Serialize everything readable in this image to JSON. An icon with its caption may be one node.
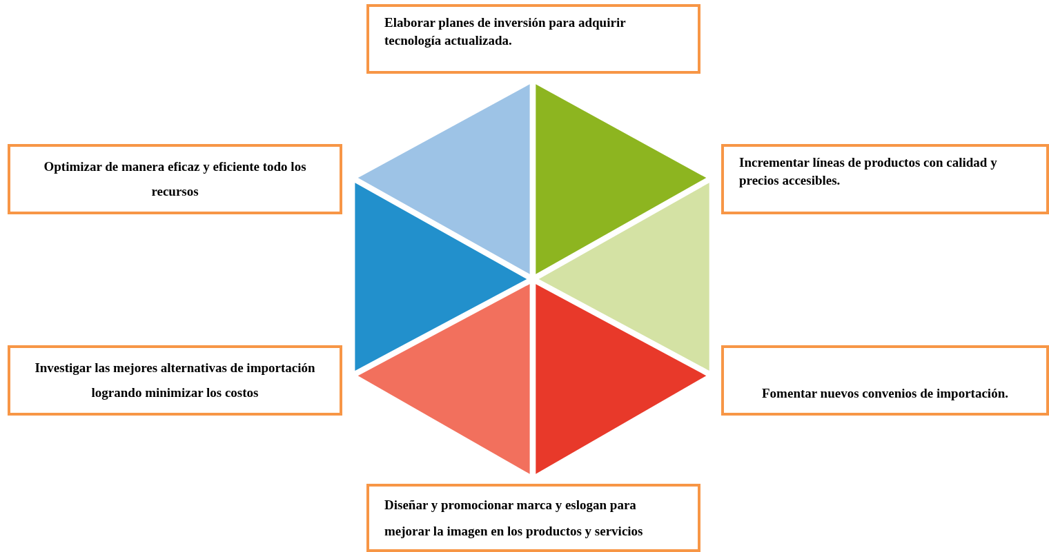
{
  "diagram": {
    "nodes": [
      {
        "text": [
          "Elaborar planes de inversión para adquirir tecnología actualizada."
        ]
      },
      {
        "text": [
          "Optimizar de manera eficaz y eficiente todo los recursos"
        ]
      },
      {
        "text": [
          "Incrementar líneas de productos con calidad y precios accesibles."
        ]
      },
      {
        "text": [
          "Investigar las mejores alternativas de importación logrando minimizar los costos"
        ]
      },
      {
        "text": [
          "Fomentar nuevos convenios de importación."
        ]
      },
      {
        "text": [
          "Diseñar y promocionar marca y eslogan para mejorar la imagen en los productos y servicios"
        ]
      }
    ]
  }
}
